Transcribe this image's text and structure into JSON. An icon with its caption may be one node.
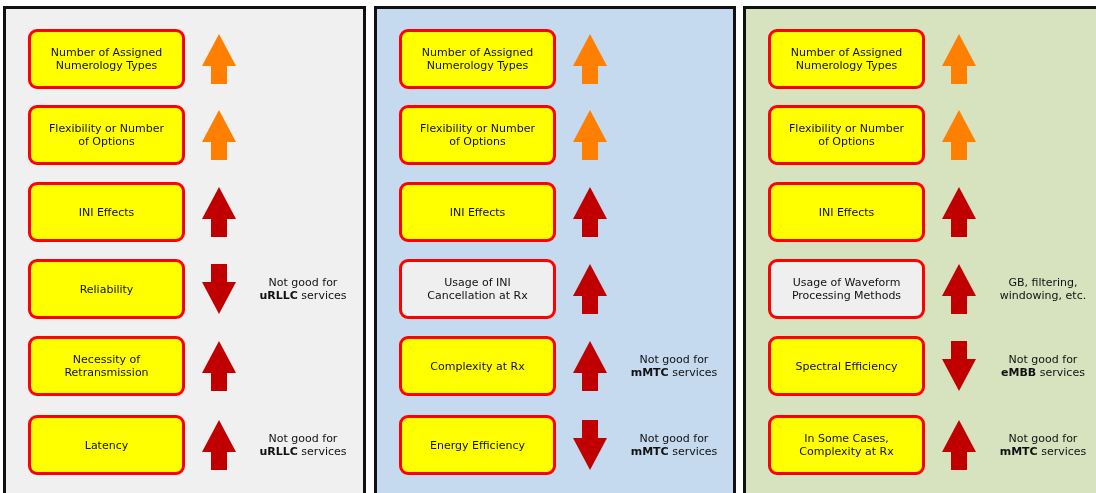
{
  "diagram": {
    "nodes": [
      {
        "text": [],
        "shape": "box"
      },
      {
        "text": [
          "Number of Assigned Numerology Types"
        ],
        "in": 0
      },
      {
        "text": [
          "Flexibility or Number of Options"
        ],
        "in": 0
      },
      {
        "text": [
          "INI Effects"
        ],
        "in": 0
      },
      {
        "text": [
          "Reliability"
        ],
        "in": 0
      },
      {
        "text": [
          "Necessity of Retransmission"
        ],
        "in": 0
      },
      {
        "text": [
          "Latency"
        ],
        "in": 0
      },
      {
        "text": [],
        "shape": "box"
      },
      {
        "text": [
          "Number of Assigned Numerology Types"
        ],
        "in": 7
      },
      {
        "text": [
          "Flexibility or Number of Options"
        ],
        "in": 7
      },
      {
        "text": [
          "INI Effects"
        ],
        "in": 7
      },
      {
        "text": [
          "Usage of INI Cancellation at Rx"
        ],
        "in": 7
      },
      {
        "text": [
          "Complexity at Rx"
        ],
        "in": 7
      },
      {
        "text": [
          "Energy Efficiency"
        ],
        "in": 7
      },
      {
        "text": [],
        "shape": "box"
      },
      {
        "text": [
          "Number of Assigned Numerology Types"
        ],
        "in": 14
      },
      {
        "text": [
          "Flexibility or Number of Options"
        ],
        "in": 14
      },
      {
        "text": [
          "INI Effects"
        ],
        "in": 14
      },
      {
        "text": [
          "Usage of Waveform Processing Methods"
        ],
        "in": 14
      },
      {
        "text": [
          "Spectral Efficiency"
        ],
        "in": 14
      },
      {
        "text": [
          "In Some Cases, Complexity at Rx"
        ],
        "in": 14
      }
    ],
    "labels": [
      "Not good for **uRLLC** services",
      "Not good for **uRLLC** services",
      "Not good for **mMTC** services",
      "Not good for **mMTC** services",
      "GB, filtering, windowing, etc.",
      "Not good for **eMBB** services",
      "Not good for **mMTC** services"
    ]
  }
}
